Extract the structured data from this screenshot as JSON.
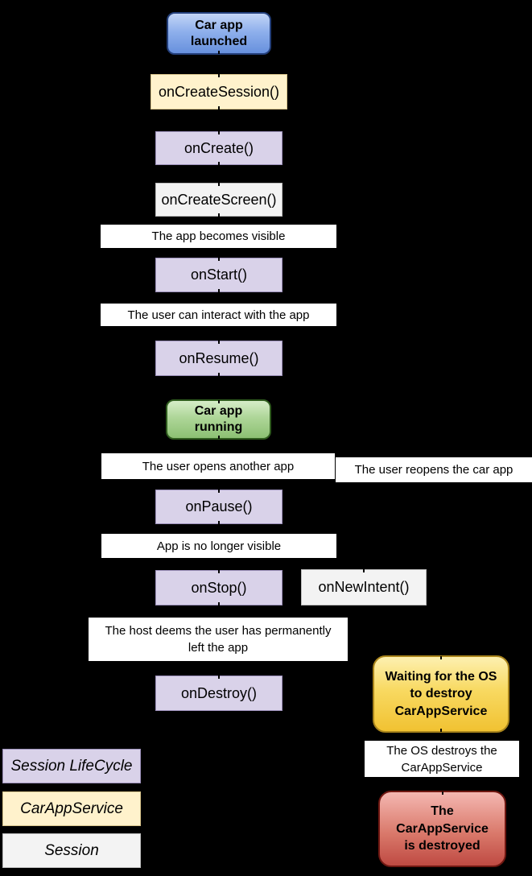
{
  "palette": {
    "background": "#000000",
    "state_blue_top": "#c3d5f6",
    "state_blue_bottom": "#6790dd",
    "state_blue_border": "#24407c",
    "state_green_top": "#d6edc8",
    "state_green_bottom": "#8cc073",
    "state_green_border": "#2f5c1e",
    "state_yellow_top": "#fdf0b0",
    "state_yellow_bottom": "#f1c232",
    "state_yellow_border": "#aa851c",
    "state_red_top": "#f4b7b1",
    "state_red_bottom": "#bf4a42",
    "state_red_border": "#701812",
    "session_lifecycle_fill": "#d9d2e9",
    "carappservice_fill": "#fff2cc",
    "session_fill": "#f3f3f3",
    "event_bar_fill": "#ffffff",
    "text": "#000000"
  },
  "nodes": [
    {
      "id": "car-app-launched",
      "label": "Car app\nlaunched"
    },
    {
      "id": "onCreateSession",
      "label": "onCreateSession()"
    },
    {
      "id": "onCreate",
      "label": "onCreate()"
    },
    {
      "id": "onCreateScreen",
      "label": "onCreateScreen()"
    },
    {
      "id": "app-becomes-visible",
      "label": "The app becomes visible"
    },
    {
      "id": "onStart",
      "label": "onStart()"
    },
    {
      "id": "user-can-interact",
      "label": "The user can interact with the app"
    },
    {
      "id": "onResume",
      "label": "onResume()"
    },
    {
      "id": "car-app-running",
      "label": "Car app\nrunning"
    },
    {
      "id": "user-opens-another-app",
      "label": "The user opens another app"
    },
    {
      "id": "user-reopens-car-app",
      "label": "The user reopens the car app"
    },
    {
      "id": "onPause",
      "label": "onPause()"
    },
    {
      "id": "app-no-longer-visible",
      "label": "App is no longer visible"
    },
    {
      "id": "onStop",
      "label": "onStop()"
    },
    {
      "id": "onNewIntent",
      "label": "onNewIntent()"
    },
    {
      "id": "host-deems-left",
      "label": "The host deems the user has permanently\nleft the app"
    },
    {
      "id": "onDestroy",
      "label": "onDestroy()"
    },
    {
      "id": "waiting-os-destroy",
      "label": "Waiting for the OS\nto destroy\nCarAppService"
    },
    {
      "id": "os-destroys-carappservice",
      "label": "The OS destroys the\nCarAppService"
    },
    {
      "id": "carappservice-destroyed",
      "label": "The\nCarAppService\nis destroyed"
    }
  ],
  "legend": [
    {
      "id": "session-lifecycle",
      "label": "Session LifeCycle"
    },
    {
      "id": "carappservice",
      "label": "CarAppService"
    },
    {
      "id": "session",
      "label": "Session"
    }
  ]
}
